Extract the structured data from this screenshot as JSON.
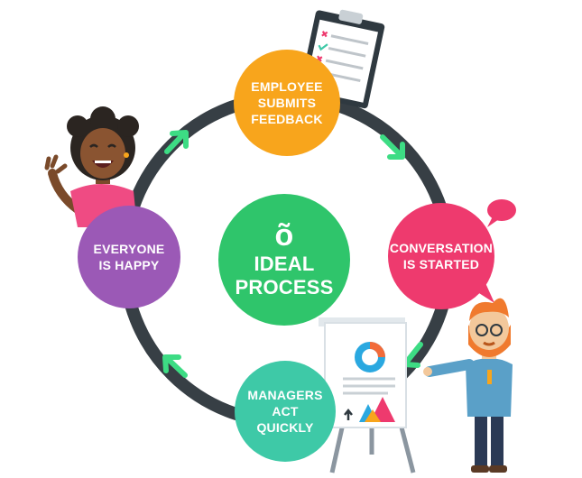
{
  "center": {
    "icon": "õ",
    "line1": "IDEAL",
    "line2": "PROCESS"
  },
  "steps": [
    {
      "line1": "EMPLOYEE",
      "line2": "SUBMITS",
      "line3": "FEEDBACK"
    },
    {
      "line1": "CONVERSATION",
      "line2": "IS STARTED"
    },
    {
      "line1": "MANAGERS",
      "line2": "ACT",
      "line3": "QUICKLY"
    },
    {
      "line1": "EVERYONE",
      "line2": "IS HAPPY"
    }
  ],
  "colors": {
    "cycle_ring": "#373f45",
    "arrows": "#3ddc84",
    "center": "#2fc56b",
    "feedback": "#f8a51c",
    "conversation": "#ee3a6e",
    "managers": "#3ec9a7",
    "happy": "#9b59b6"
  },
  "icons": [
    "clipboard-icon",
    "speech-bubble-icon",
    "presentation-easel-icon",
    "cheering-woman-icon",
    "presenting-man-icon"
  ]
}
